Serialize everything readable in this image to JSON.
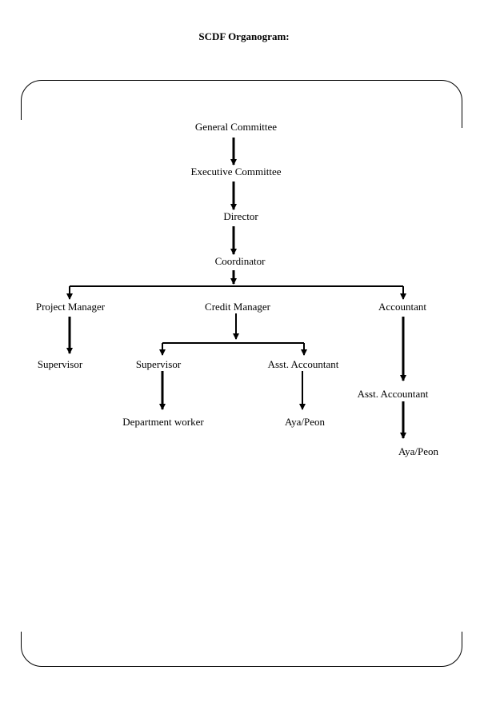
{
  "title": "SCDF Organogram:",
  "nodes": {
    "general_committee": "General Committee",
    "executive_committee": "Executive Committee",
    "director": "Director",
    "coordinator": "Coordinator",
    "project_manager": "Project Manager",
    "credit_manager": "Credit Manager",
    "accountant": "Accountant",
    "pm_supervisor": "Supervisor",
    "cm_supervisor": "Supervisor",
    "cm_asst_accountant": "Asst. Accountant",
    "acc_asst_accountant": "Asst. Accountant",
    "department_worker": "Department worker",
    "cm_aya_peon": "Aya/Peon",
    "acc_aya_peon": "Aya/Peon"
  }
}
